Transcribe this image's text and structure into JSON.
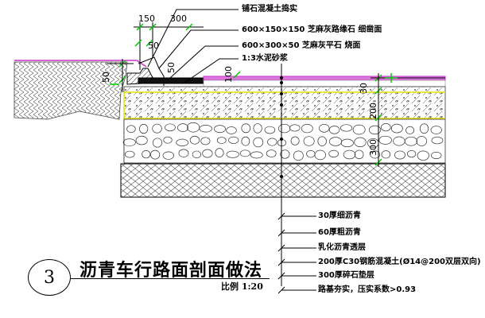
{
  "top_labels": [
    "铺石混凝土捣实",
    "600×150×150 芝麻灰路缘石 细凿面",
    "600×300×50 芝麻灰平石 烧面",
    "1:3水泥砂浆"
  ],
  "dimensions": {
    "d150": "150",
    "d300": "300",
    "d50a": "50",
    "d50b": "50",
    "d50v": "50",
    "d100": "100",
    "d30": "30",
    "d200": "200",
    "d300v": "300"
  },
  "layer_labels": [
    "30厚细沥青",
    "60厚粗沥青",
    "乳化沥青透层",
    "200厚C30钢筋混凝土(Ø14@200双层双向)",
    "300厚碎石垫层",
    "路基夯实，压实系数>0.93"
  ],
  "section": {
    "number": "3",
    "title": "沥青车行路面剖面做法",
    "scale": "比例  1:20"
  },
  "colors": {
    "asphalt_top": "#cc33cc",
    "concrete_edge": "#e6e600",
    "dim_green": "#00cc00",
    "line_black": "#000000"
  }
}
